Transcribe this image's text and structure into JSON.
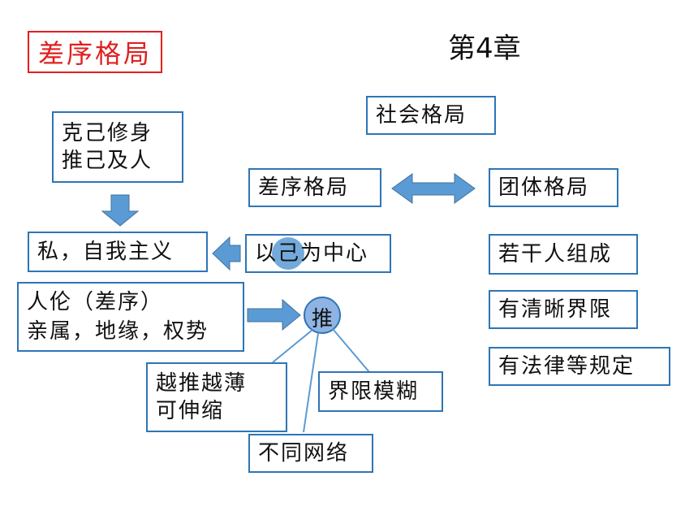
{
  "title": "差序格局",
  "chapter": "第4章",
  "left": {
    "self_cultivation": [
      "克己修身",
      "推己及人"
    ],
    "selfishness": "私，自我主义",
    "self_center": "以己为中心",
    "ethics": [
      "人伦（差序）",
      "亲属，地缘，权势"
    ],
    "push": "推",
    "thinning": [
      "越推越薄",
      "可伸缩"
    ],
    "blurred": "界限模糊",
    "networks": "不同网络"
  },
  "right": {
    "social_pattern": "社会格局",
    "differential": "差序格局",
    "organizational": "团体格局",
    "traits": [
      "若干人组成",
      "有清晰界限",
      "有法律等规定"
    ]
  },
  "colors": {
    "border": "#2e75b6",
    "arrow": "#5b9bd5",
    "title": "#e02020",
    "circle": "#8fb4e3"
  }
}
